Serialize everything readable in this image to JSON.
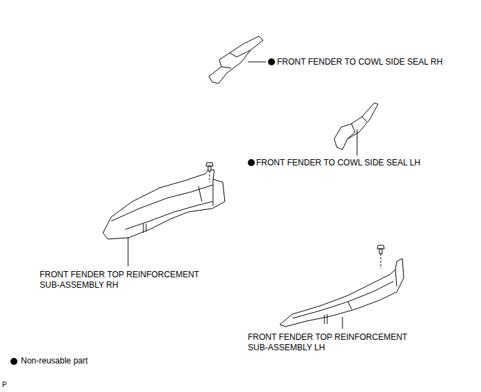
{
  "diagram": {
    "labels": [
      "FRONT FENDER TO COWL SIDE SEAL RH",
      "FRONT FENDER TO COWL SIDE SEAL LH",
      "FRONT FENDER TOP REINFORCEMENT SUB-ASSEMBLY RH",
      "FRONT FENDER TOP REINFORCEMENT SUB-ASSEMBLY LH",
      "P"
    ],
    "legend": [
      {
        "text": "Non-reusable part"
      }
    ]
  }
}
